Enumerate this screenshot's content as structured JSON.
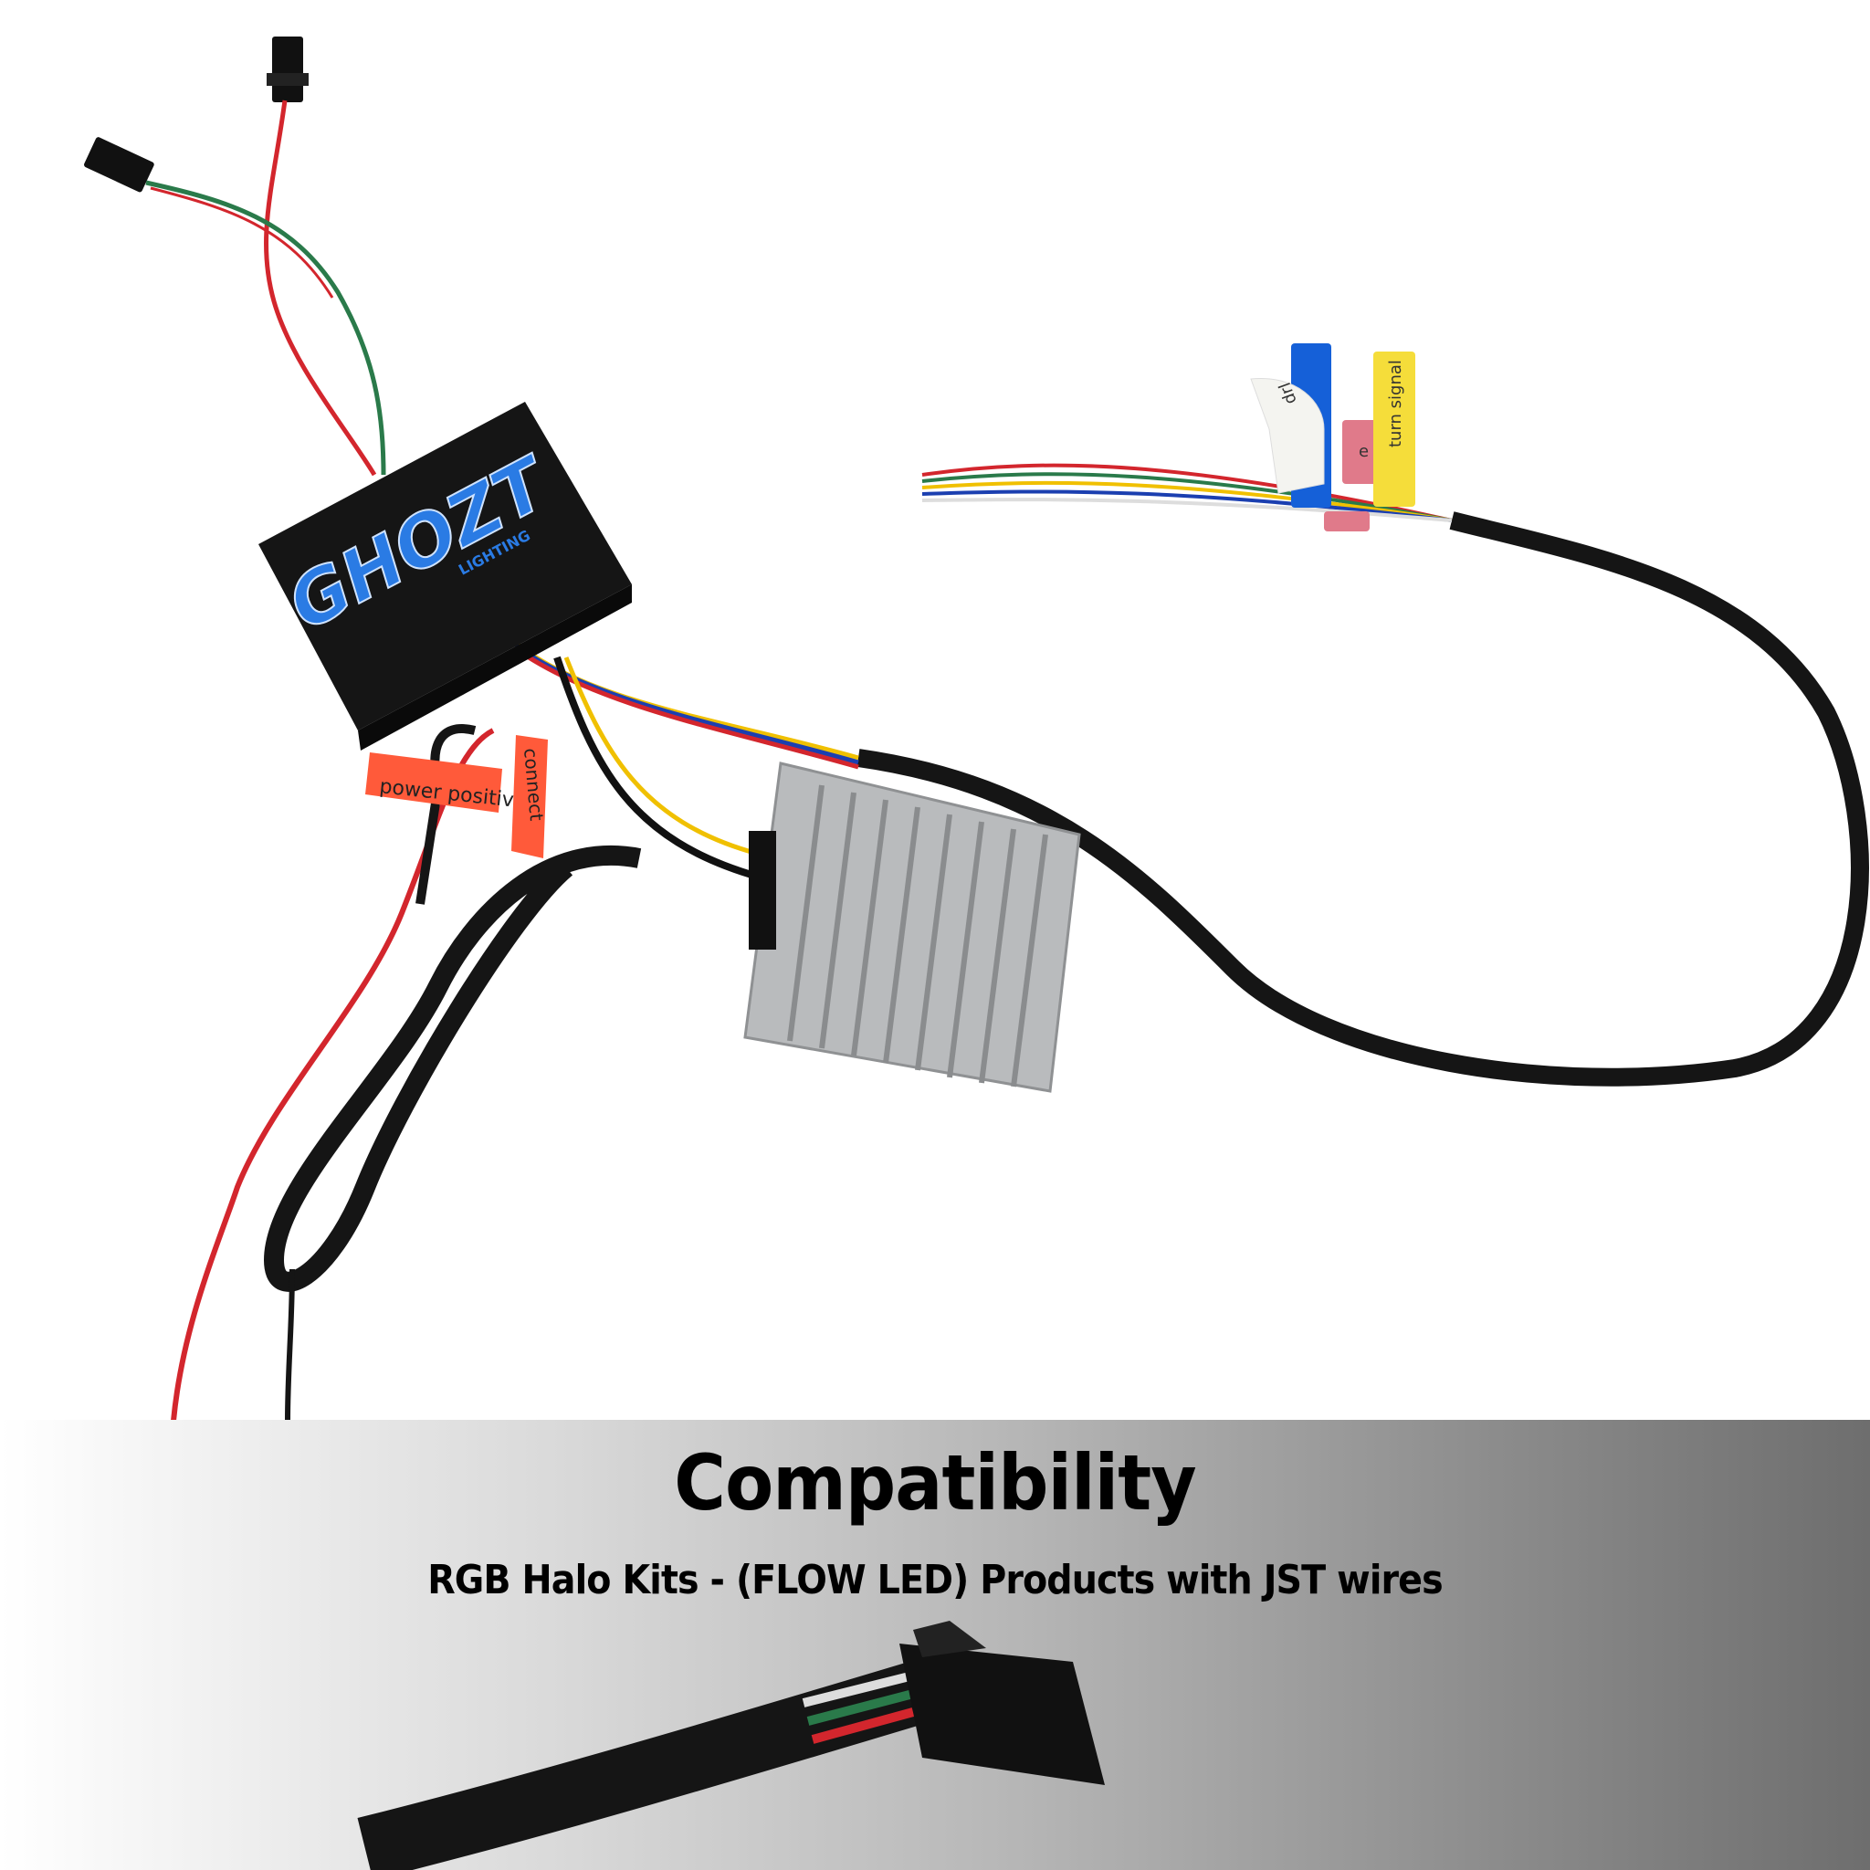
{
  "brand": {
    "logo_main": "GHOZT",
    "logo_sub": "LIGHTING"
  },
  "wire_labels": {
    "power_positive": "power positive",
    "connect": "connect",
    "turn_signal": "turn signal",
    "drl": "drl",
    "e_tag": "e"
  },
  "banner": {
    "title": "Compatibility",
    "subtitle": "RGB Halo Kits - (FLOW LED) Products with JST wires"
  },
  "colors": {
    "logo_blue": "#2a7be4",
    "tag_orange": "#ff5a3a",
    "tag_yellow": "#f5dd3a",
    "tag_blue": "#1560d8"
  }
}
